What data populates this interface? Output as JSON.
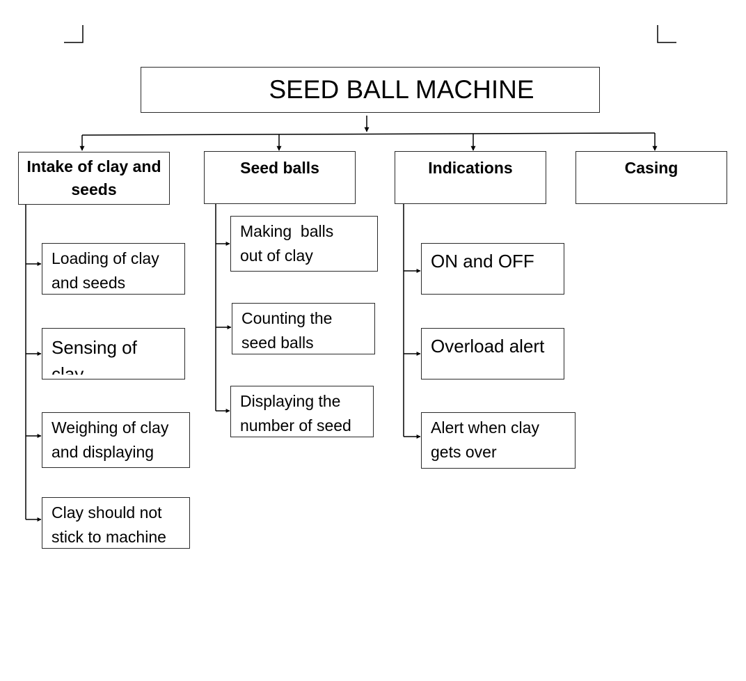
{
  "title": "SEED BALL MACHINE",
  "categories": [
    {
      "label": "Intake of clay and seeds",
      "items": [
        "Loading of clay and seeds",
        "Sensing of clay",
        "Weighing of clay and displaying",
        "Clay should not stick to machine"
      ]
    },
    {
      "label": "Seed balls",
      "items": [
        "Making  balls out of clay",
        "Counting the seed balls",
        "Displaying the number of seed"
      ]
    },
    {
      "label": "Indications",
      "items": [
        "ON and OFF",
        "Overload alert",
        "Alert when clay gets over"
      ]
    },
    {
      "label": "Casing",
      "items": []
    }
  ]
}
